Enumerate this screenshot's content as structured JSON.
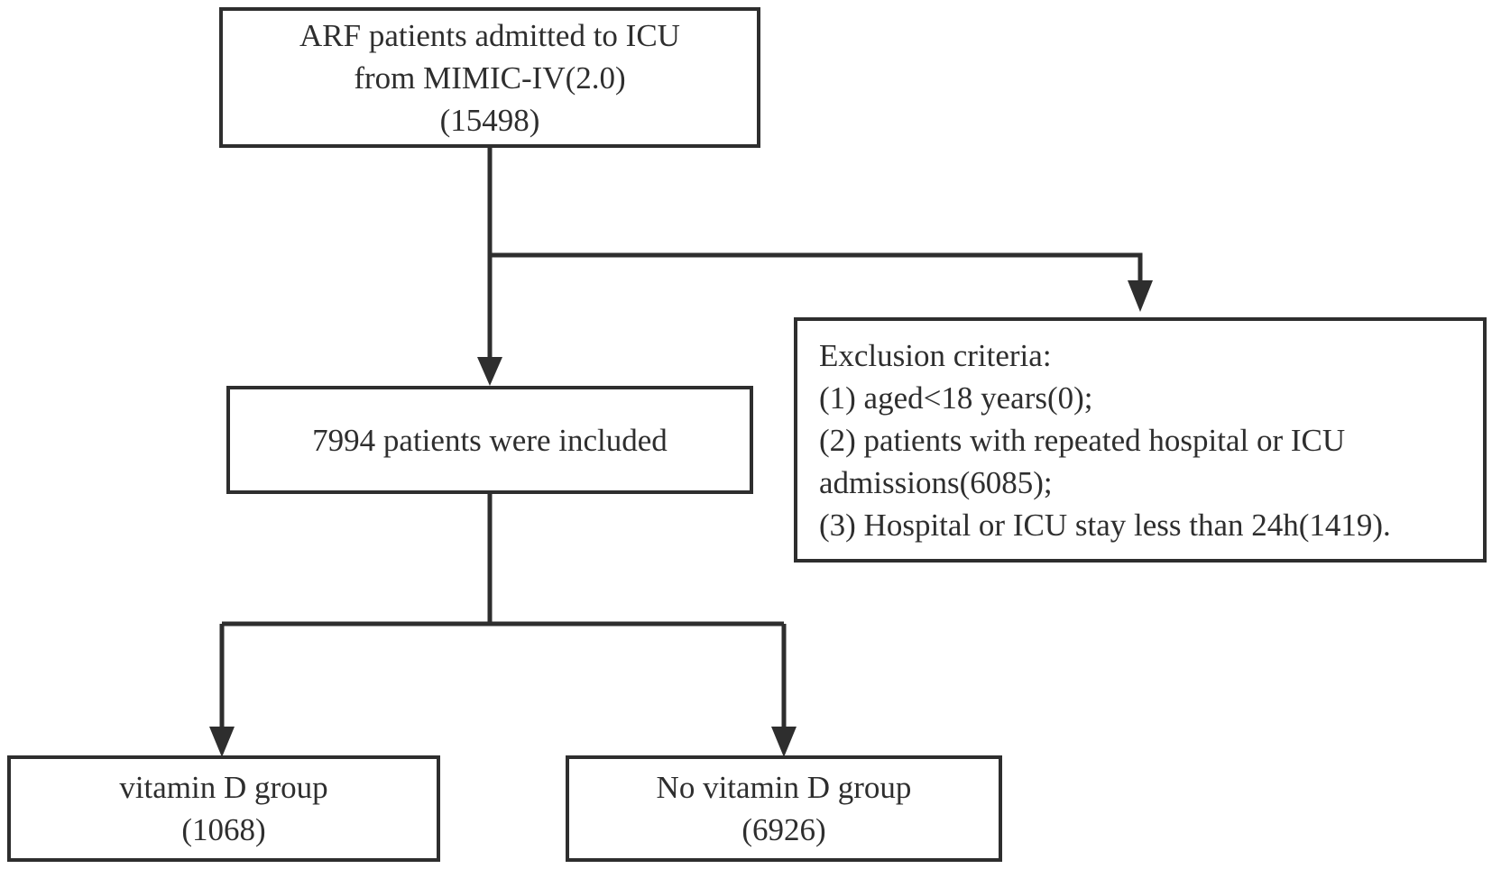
{
  "flowchart": {
    "source": {
      "lines": [
        "ARF patients admitted to ICU",
        "from MIMIC-IV(2.0)",
        "(15498)"
      ]
    },
    "included": {
      "lines": [
        "7994 patients were included"
      ]
    },
    "exclusion": {
      "lines": [
        "Exclusion criteria:",
        "(1) aged<18 years(0);",
        "(2) patients with repeated hospital or ICU",
        "admissions(6085);",
        "(3) Hospital or ICU stay less than 24h(1419)."
      ]
    },
    "group_vitd": {
      "lines": [
        "vitamin D group",
        "(1068)"
      ]
    },
    "group_no_vitd": {
      "lines": [
        "No vitamin D group",
        "(6926)"
      ]
    }
  },
  "colors": {
    "stroke": "#2e2e2e",
    "background": "#ffffff"
  }
}
